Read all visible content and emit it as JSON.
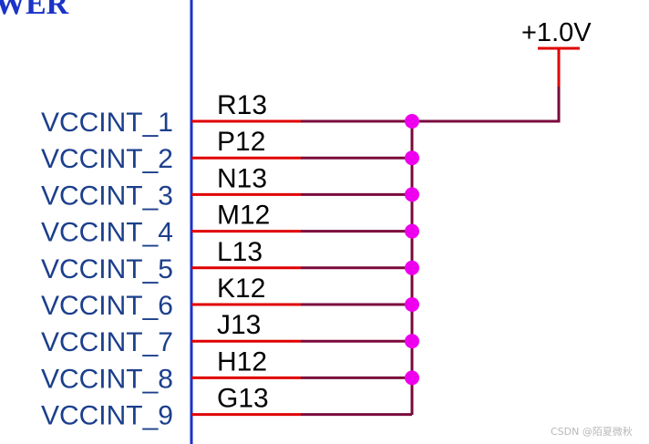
{
  "header_fragment": "WER",
  "power": {
    "label": "+1.0V"
  },
  "pins": [
    {
      "name": "VCCINT_1",
      "number": "R13"
    },
    {
      "name": "VCCINT_2",
      "number": "P12"
    },
    {
      "name": "VCCINT_3",
      "number": "N13"
    },
    {
      "name": "VCCINT_4",
      "number": "M12"
    },
    {
      "name": "VCCINT_5",
      "number": "L13"
    },
    {
      "name": "VCCINT_6",
      "number": "K12"
    },
    {
      "name": "VCCINT_7",
      "number": "J13"
    },
    {
      "name": "VCCINT_8",
      "number": "H12"
    },
    {
      "name": "VCCINT_9",
      "number": "G13"
    }
  ],
  "watermark": "CSDN @陌夏微秋",
  "colors": {
    "pin_line": "#e00000",
    "net_wire": "#7a0a3c",
    "junction": "#ee00ee",
    "body_border": "#1a33c8",
    "pin_name": "#1c3f8c"
  }
}
